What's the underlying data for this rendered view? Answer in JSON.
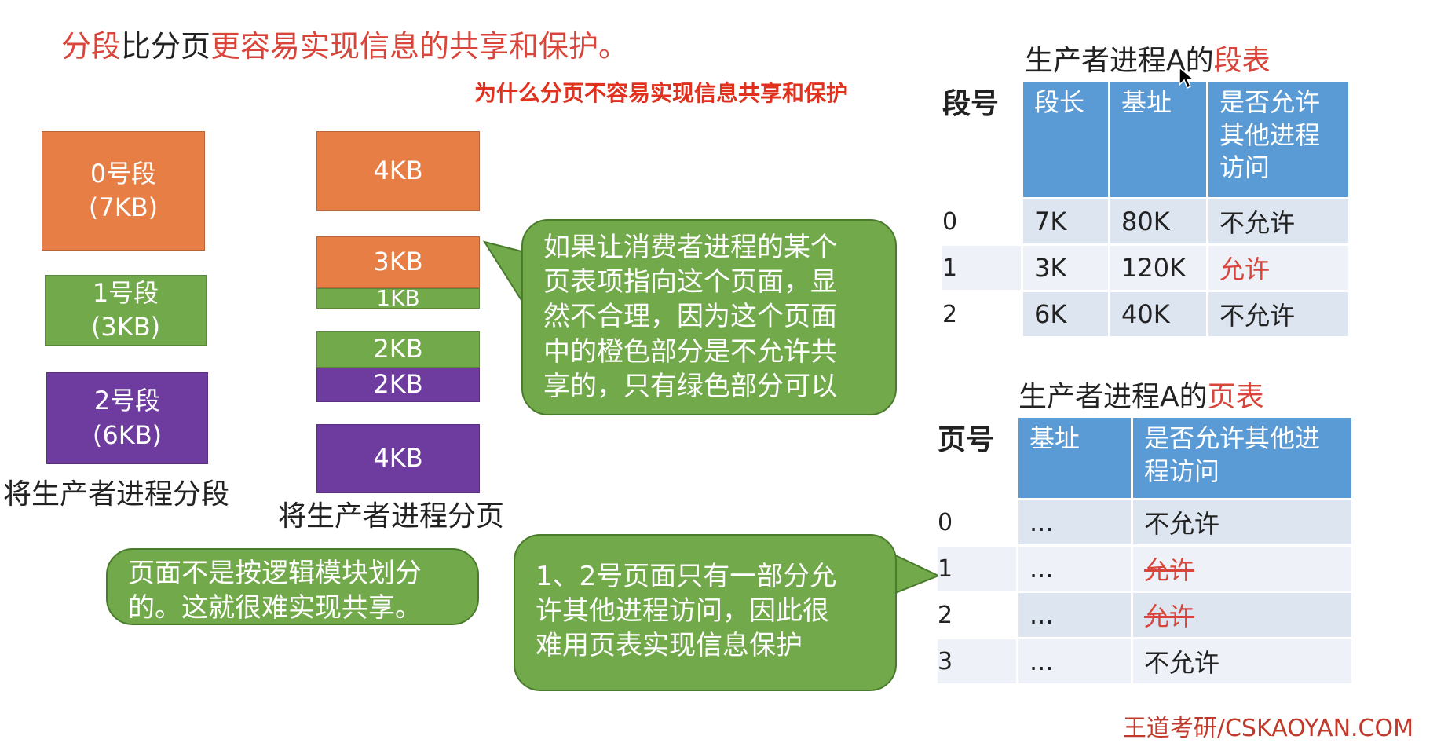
{
  "title": {
    "part1": "分段",
    "part2": "比分页",
    "part3": "更容易实现信息的共享和保护。"
  },
  "question": "为什么分页不容易实现信息共享和保护",
  "segments": [
    {
      "line1": "0号段",
      "line2": "(7KB)"
    },
    {
      "line1": "1号段",
      "line2": "(3KB)"
    },
    {
      "line1": "2号段",
      "line2": "(6KB)"
    }
  ],
  "segments_caption": "将生产者进程分段",
  "pages": [
    "4KB",
    "3KB",
    "1KB",
    "2KB",
    "2KB",
    "4KB"
  ],
  "pages_caption": "将生产者进程分页",
  "bubble_top": [
    "如果让消费者进程的某个",
    "页表项指向这个页面，显",
    "然不合理，因为这个页面",
    "中的橙色部分是不允许共",
    "享的，只有绿色部分可以"
  ],
  "bubble_left": [
    "页面不是按逻辑模块划分",
    "的。这就很难实现共享。"
  ],
  "bubble_mid": [
    "1、2号页面只有一部分允",
    "许其他进程访问，因此很",
    "难用页表实现信息保护"
  ],
  "seg_table": {
    "title_pre": "生产者进程A的",
    "title_red": "段表",
    "corner": "段号",
    "headers": [
      "段长",
      "基址",
      "是否允许其他进程访问"
    ],
    "rows": [
      {
        "no": "0",
        "len": "7K",
        "base": "80K",
        "allow": "不允许"
      },
      {
        "no": "1",
        "len": "3K",
        "base": "120K",
        "allow": "允许"
      },
      {
        "no": "2",
        "len": "6K",
        "base": "40K",
        "allow": "不允许"
      }
    ]
  },
  "page_table": {
    "title_pre": "生产者进程A的",
    "title_red": "页表",
    "corner": "页号",
    "headers": [
      "基址",
      "是否允许其他进程访问"
    ],
    "rows": [
      {
        "no": "0",
        "base": "...",
        "allow": "不允许"
      },
      {
        "no": "1",
        "base": "...",
        "allow": "允许"
      },
      {
        "no": "2",
        "base": "...",
        "allow": "允许"
      },
      {
        "no": "3",
        "base": "...",
        "allow": "不允许"
      }
    ]
  },
  "footer": "王道考研/CSKAOYAN.COM",
  "colors": {
    "orange": "#e67e45",
    "green": "#72a94a",
    "purple": "#6e3c9e",
    "header_blue": "#5b9bd5",
    "accent_red": "#d9453a"
  }
}
